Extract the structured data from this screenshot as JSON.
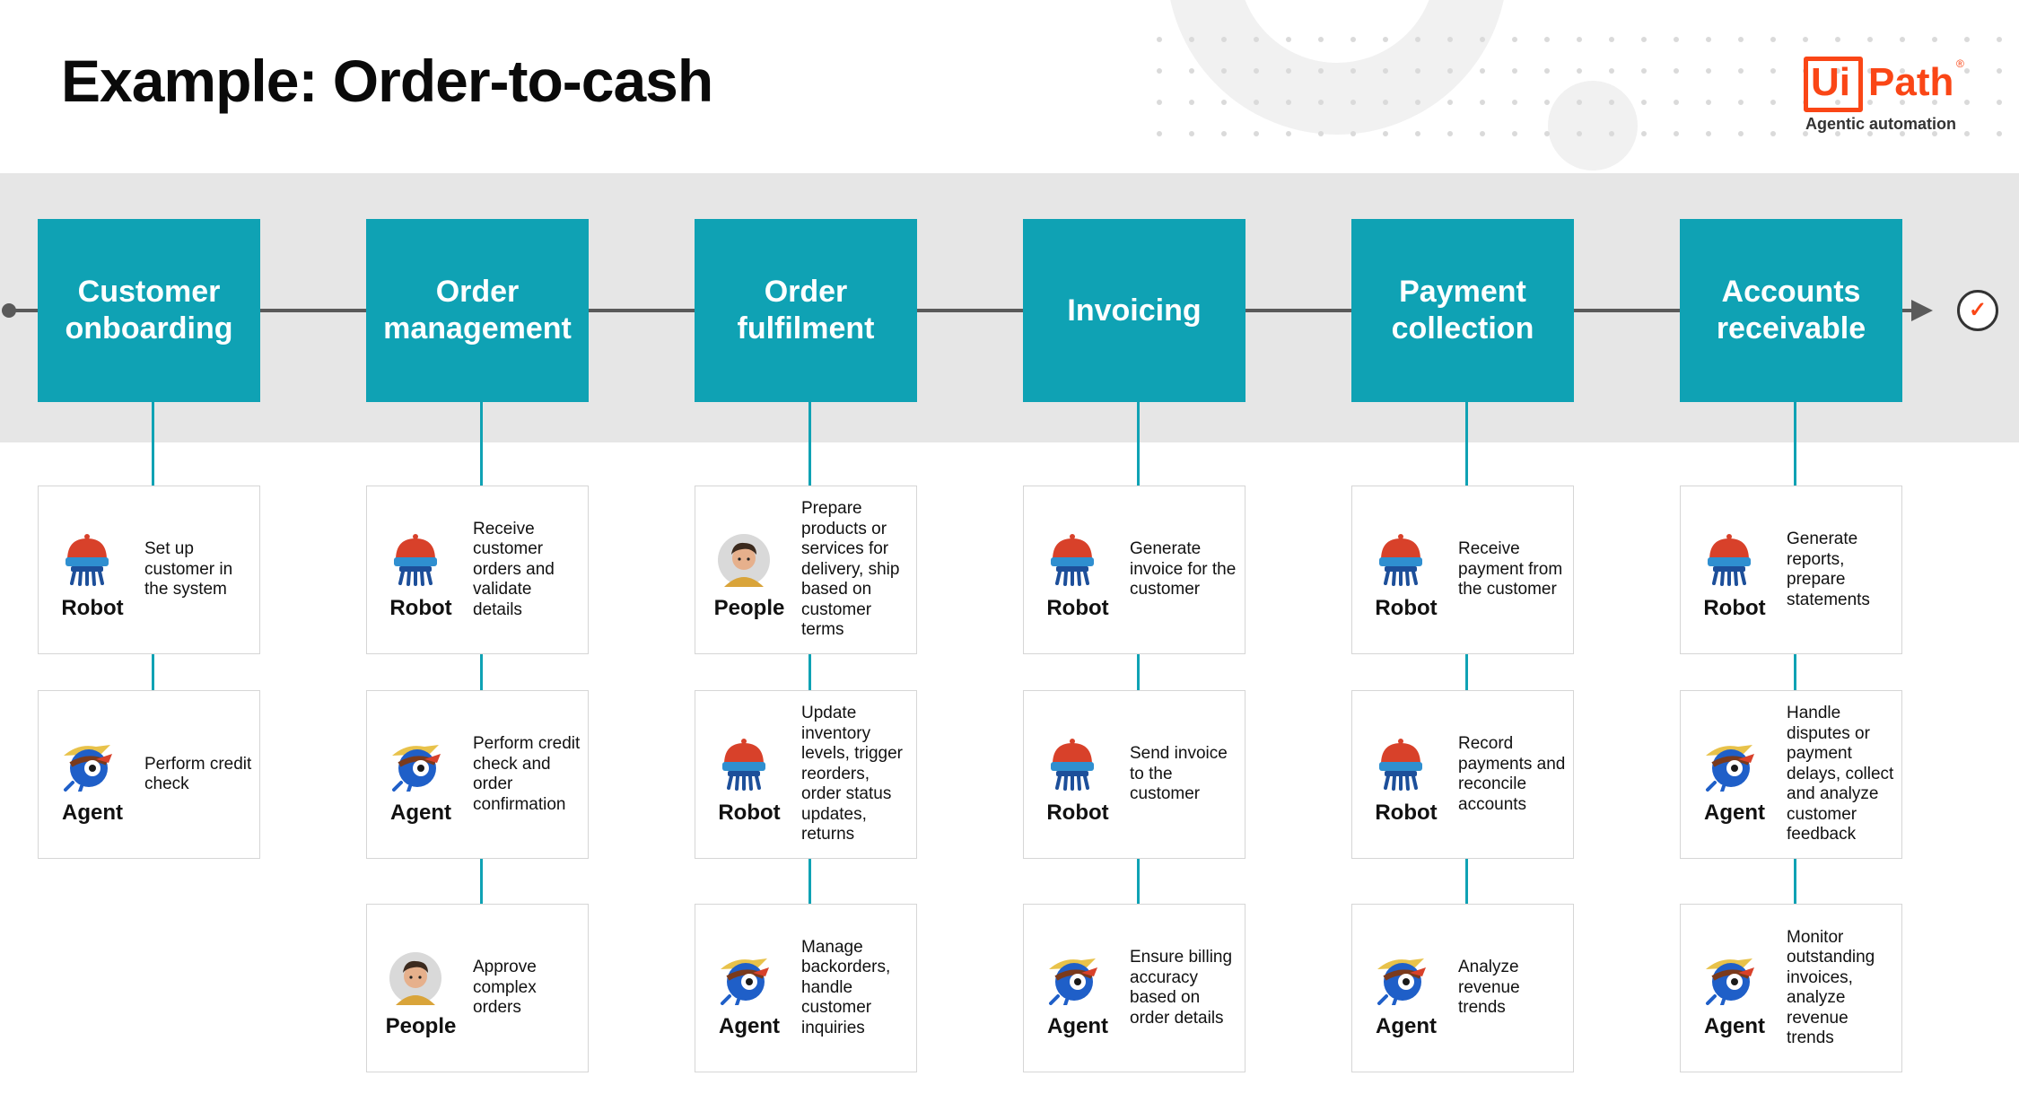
{
  "title": "Example: Order-to-cash",
  "logo": {
    "ui": "Ui",
    "path": "Path",
    "reg": "®",
    "tagline": "Agentic automation"
  },
  "colors": {
    "stage": "#0fa2b4",
    "brand": "#fa4616",
    "band": "#e6e6e6",
    "line": "#5a5a5a"
  },
  "end_icon": "checkmark-circle-icon",
  "stages": [
    {
      "title": "Customer onboarding",
      "cards": [
        {
          "role": "Robot",
          "icon": "robot-icon",
          "text": "Set up customer in the system"
        },
        {
          "role": "Agent",
          "icon": "agent-icon",
          "text": "Perform credit check"
        }
      ]
    },
    {
      "title": "Order management",
      "cards": [
        {
          "role": "Robot",
          "icon": "robot-icon",
          "text": "Receive customer orders and validate details"
        },
        {
          "role": "Agent",
          "icon": "agent-icon",
          "text": "Perform credit check and order confirmation"
        },
        {
          "role": "People",
          "icon": "person-icon",
          "text": "Approve complex orders"
        }
      ]
    },
    {
      "title": "Order fulfilment",
      "cards": [
        {
          "role": "People",
          "icon": "person-icon",
          "text": "Prepare products or services for delivery, ship based on customer terms"
        },
        {
          "role": "Robot",
          "icon": "robot-icon",
          "text": "Update inventory levels, trigger reorders, order status updates, returns"
        },
        {
          "role": "Agent",
          "icon": "agent-icon",
          "text": "Manage backorders, handle customer inquiries"
        }
      ]
    },
    {
      "title": "Invoicing",
      "cards": [
        {
          "role": "Robot",
          "icon": "robot-icon",
          "text": "Generate invoice for the customer"
        },
        {
          "role": "Robot",
          "icon": "robot-icon",
          "text": "Send invoice to the customer"
        },
        {
          "role": "Agent",
          "icon": "agent-icon",
          "text": "Ensure billing accuracy based on order details"
        }
      ]
    },
    {
      "title": "Payment collection",
      "cards": [
        {
          "role": "Robot",
          "icon": "robot-icon",
          "text": "Receive payment from the customer"
        },
        {
          "role": "Robot",
          "icon": "robot-icon",
          "text": "Record payments and reconcile accounts"
        },
        {
          "role": "Agent",
          "icon": "agent-icon",
          "text": "Analyze revenue trends"
        }
      ]
    },
    {
      "title": "Accounts receivable",
      "cards": [
        {
          "role": "Robot",
          "icon": "robot-icon",
          "text": "Generate reports, prepare statements"
        },
        {
          "role": "Agent",
          "icon": "agent-icon",
          "text": "Handle disputes or payment delays, collect and analyze customer feedback"
        },
        {
          "role": "Agent",
          "icon": "agent-icon",
          "text": "Monitor outstanding invoices, analyze revenue trends"
        }
      ]
    }
  ]
}
